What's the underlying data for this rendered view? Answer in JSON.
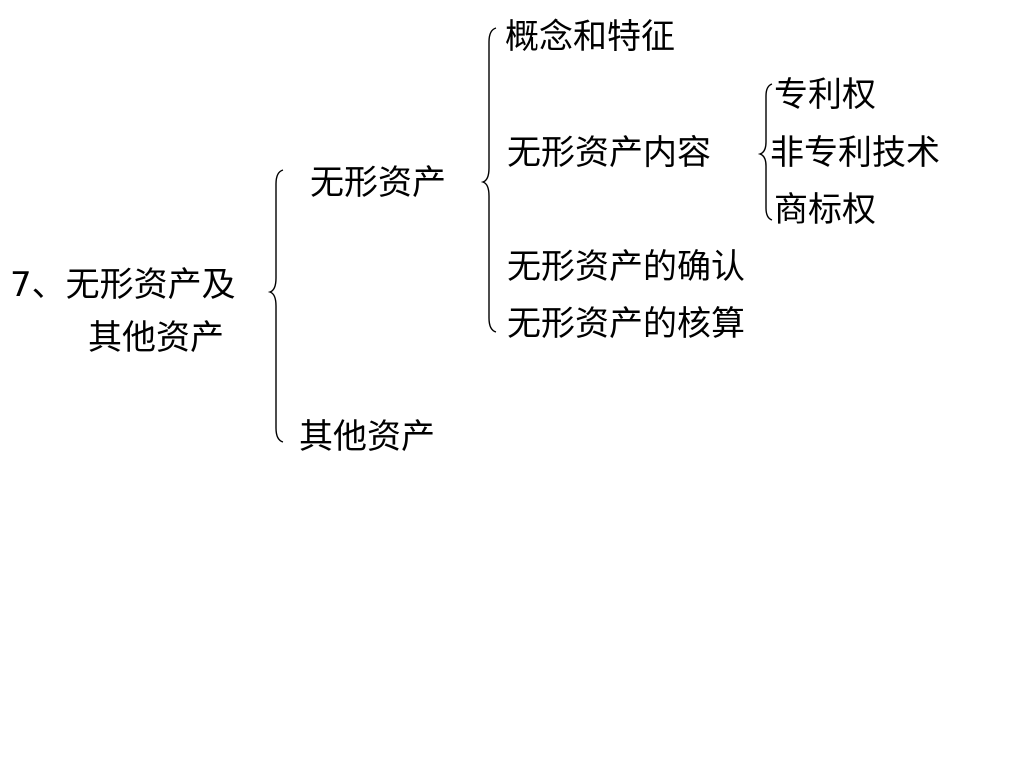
{
  "root": {
    "line1": "7、无形资产及",
    "line2": "其他资产"
  },
  "level1": {
    "intangible": "无形资产",
    "other": "其他资产"
  },
  "level2": {
    "concept": "概念和特征",
    "content": "无形资产内容",
    "recognition": "无形资产的确认",
    "accounting": "无形资产的核算"
  },
  "level3": {
    "patent": "专利权",
    "non_patent": "非专利技术",
    "trademark": "商标权"
  }
}
